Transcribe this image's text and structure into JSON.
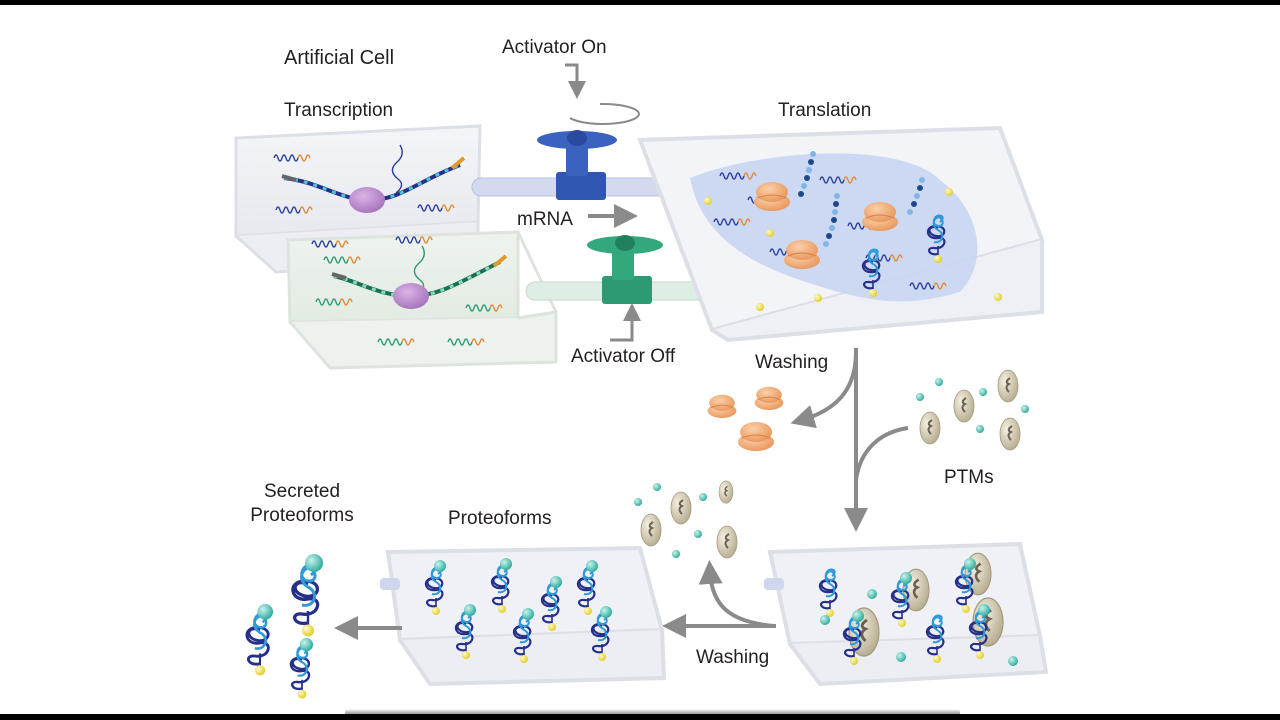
{
  "title": "Artificial Cell",
  "labels": {
    "activator_on": "Activator On",
    "activator_off": "Activator Off",
    "transcription": "Transcription",
    "translation": "Translation",
    "mrna": "mRNA",
    "washing_top": "Washing",
    "ptms": "PTMs",
    "washing_bottom": "Washing",
    "proteoforms": "Proteoforms",
    "secreted_line1": "Secreted",
    "secreted_line2": "Proteoforms"
  },
  "colors": {
    "arrow": "#8a8a8a",
    "valve_on": "#2f56b0",
    "valve_off": "#2e9a72",
    "polymerase": "#b784c8",
    "ribosome": "#f0a86e",
    "ptm_enzyme": "#cbc3a6",
    "ptm_group": "#4fc0b0",
    "anchor_bead": "#f2e24a",
    "protein_dark": "#26308a",
    "protein_light": "#2f9ad8",
    "cell_fluid": "#c9d6f2"
  },
  "workflow": [
    "Transcription",
    "mRNA",
    "Translation",
    "Washing",
    "PTMs",
    "Washing",
    "Proteoforms",
    "Secreted Proteoforms"
  ]
}
